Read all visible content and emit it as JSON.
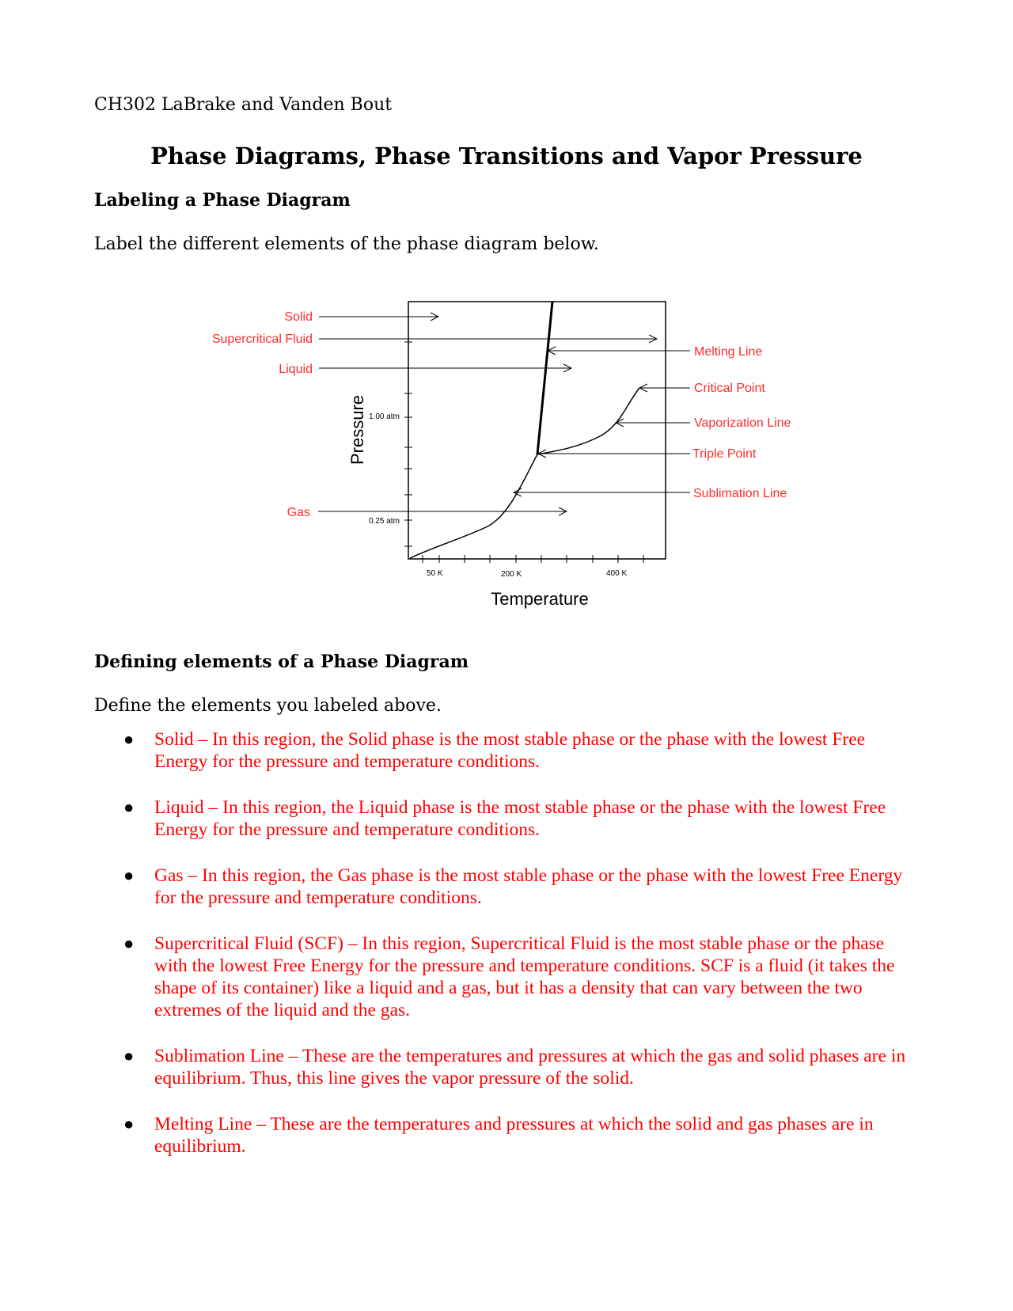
{
  "header": {
    "course": "CH302 LaBrake and Vanden Bout"
  },
  "title": "Phase Diagrams, Phase Transitions and Vapor Pressure",
  "section1": {
    "heading": "Labeling a Phase Diagram",
    "instruction": "Label the different elements of the phase diagram below."
  },
  "diagram": {
    "left_labels": {
      "solid": "Solid",
      "supercritical_fluid": "Supercritical Fluid",
      "liquid": "Liquid",
      "gas": "Gas"
    },
    "right_labels": {
      "melting_line": "Melting Line",
      "critical_point": "Critical Point",
      "vaporization_line": "Vaporization Line",
      "triple_point": "Triple Point",
      "sublimation_line": "Sublimation Line"
    },
    "y_axis_title": "Pressure",
    "x_axis_title": "Temperature",
    "y_ticks": [
      "1.00 atm",
      "0.25 atm"
    ],
    "x_ticks": [
      "50 K",
      "200 K",
      "400 K"
    ],
    "label_color": "#ff2b2b"
  },
  "section2": {
    "heading": "Defining elements of a Phase Diagram",
    "instruction": "Define the elements you labeled above."
  },
  "definitions": [
    "Solid – In this region, the Solid phase is the most stable phase or the phase with the lowest Free Energy for the pressure and temperature conditions.",
    "Liquid – In this region, the Liquid phase is the most stable phase or the phase with the lowest Free Energy for the pressure and temperature conditions.",
    "Gas – In this region, the Gas phase is the most stable phase or the phase with the lowest Free Energy for the pressure and temperature conditions.",
    "Supercritical Fluid (SCF) – In this region, Supercritical Fluid is the most stable phase or the phase with the lowest Free Energy for the pressure and temperature conditions. SCF is a fluid (it takes the shape of its container) like a liquid and a gas, but it has a density that can vary between the two extremes of the liquid and the gas.",
    "Sublimation Line – These are the temperatures and pressures at which the gas and solid phases are in equilibrium. Thus, this line gives the vapor pressure of the solid.",
    "Melting Line – These are the temperatures and pressures at which the solid and gas phases are in equilibrium."
  ],
  "definition_color": "#ff0000"
}
